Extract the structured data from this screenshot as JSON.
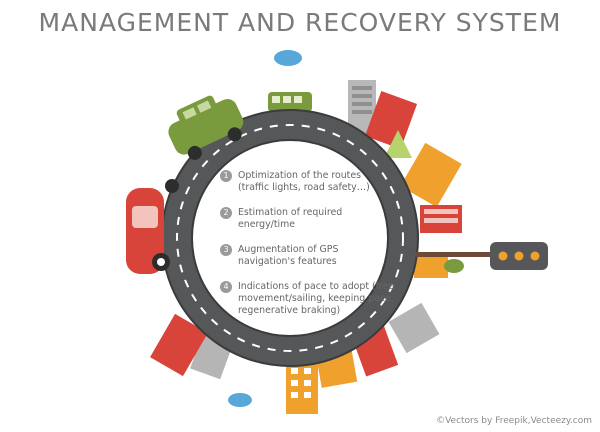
{
  "title": "MANAGEMENT AND RECOVERY SYSTEM",
  "items": [
    {
      "num": "1",
      "text": "Optimization of the routes (traffic lights, road safety…)"
    },
    {
      "num": "2",
      "text": "Estimation of required energy/time"
    },
    {
      "num": "3",
      "text": "Augmentation of GPS navigation's features"
    },
    {
      "num": "4",
      "text": "Indications of pace to adopt (free movement/sailing, keeping pace, regenerative braking)"
    }
  ],
  "credit": "©Vectors by Freepik,Vecteezy.com",
  "colors": {
    "road": "#555759",
    "road_edge": "#3a3b3d",
    "lane": "#ffffff",
    "title": "#7a7a7a",
    "orange": "#f0a02c",
    "red": "#d9443a",
    "green": "#7a9a3e",
    "blue": "#57a8d8",
    "grey_building": "#b5b5b5"
  }
}
